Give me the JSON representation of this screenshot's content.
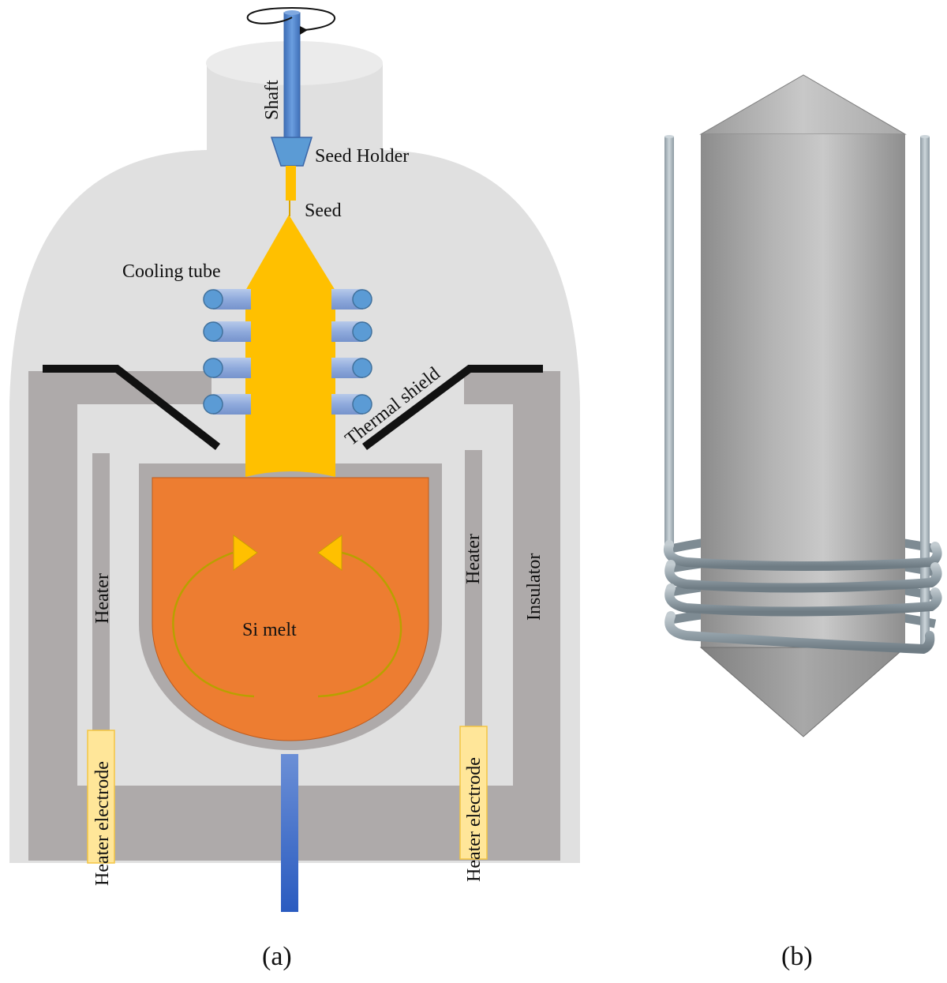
{
  "panel_a": {
    "labels": {
      "shaft": "Shaft",
      "seed_holder": "Seed Holder",
      "seed": "Seed",
      "cooling_tube": "Cooling tube",
      "thermal_shield": "Thermal shield",
      "heater_left": "Heater",
      "heater_right": "Heater",
      "insulator": "Insulator",
      "si_melt": "Si melt",
      "heater_electrode_left": "Heater electrode",
      "heater_electrode_right": "Heater electrode"
    },
    "caption": "(a)"
  },
  "panel_b": {
    "caption": "(b)"
  },
  "colors": {
    "chamber": "#e0e0e0",
    "insulator": "#aeaaaa",
    "crystal": "#ffc000",
    "melt": "#ed7d31",
    "shaft": "#4f81c7",
    "cooling_tube": "#8faadc",
    "shield": "#111111",
    "electrode": "#ffe699",
    "ingot": "#b0b0b0"
  }
}
